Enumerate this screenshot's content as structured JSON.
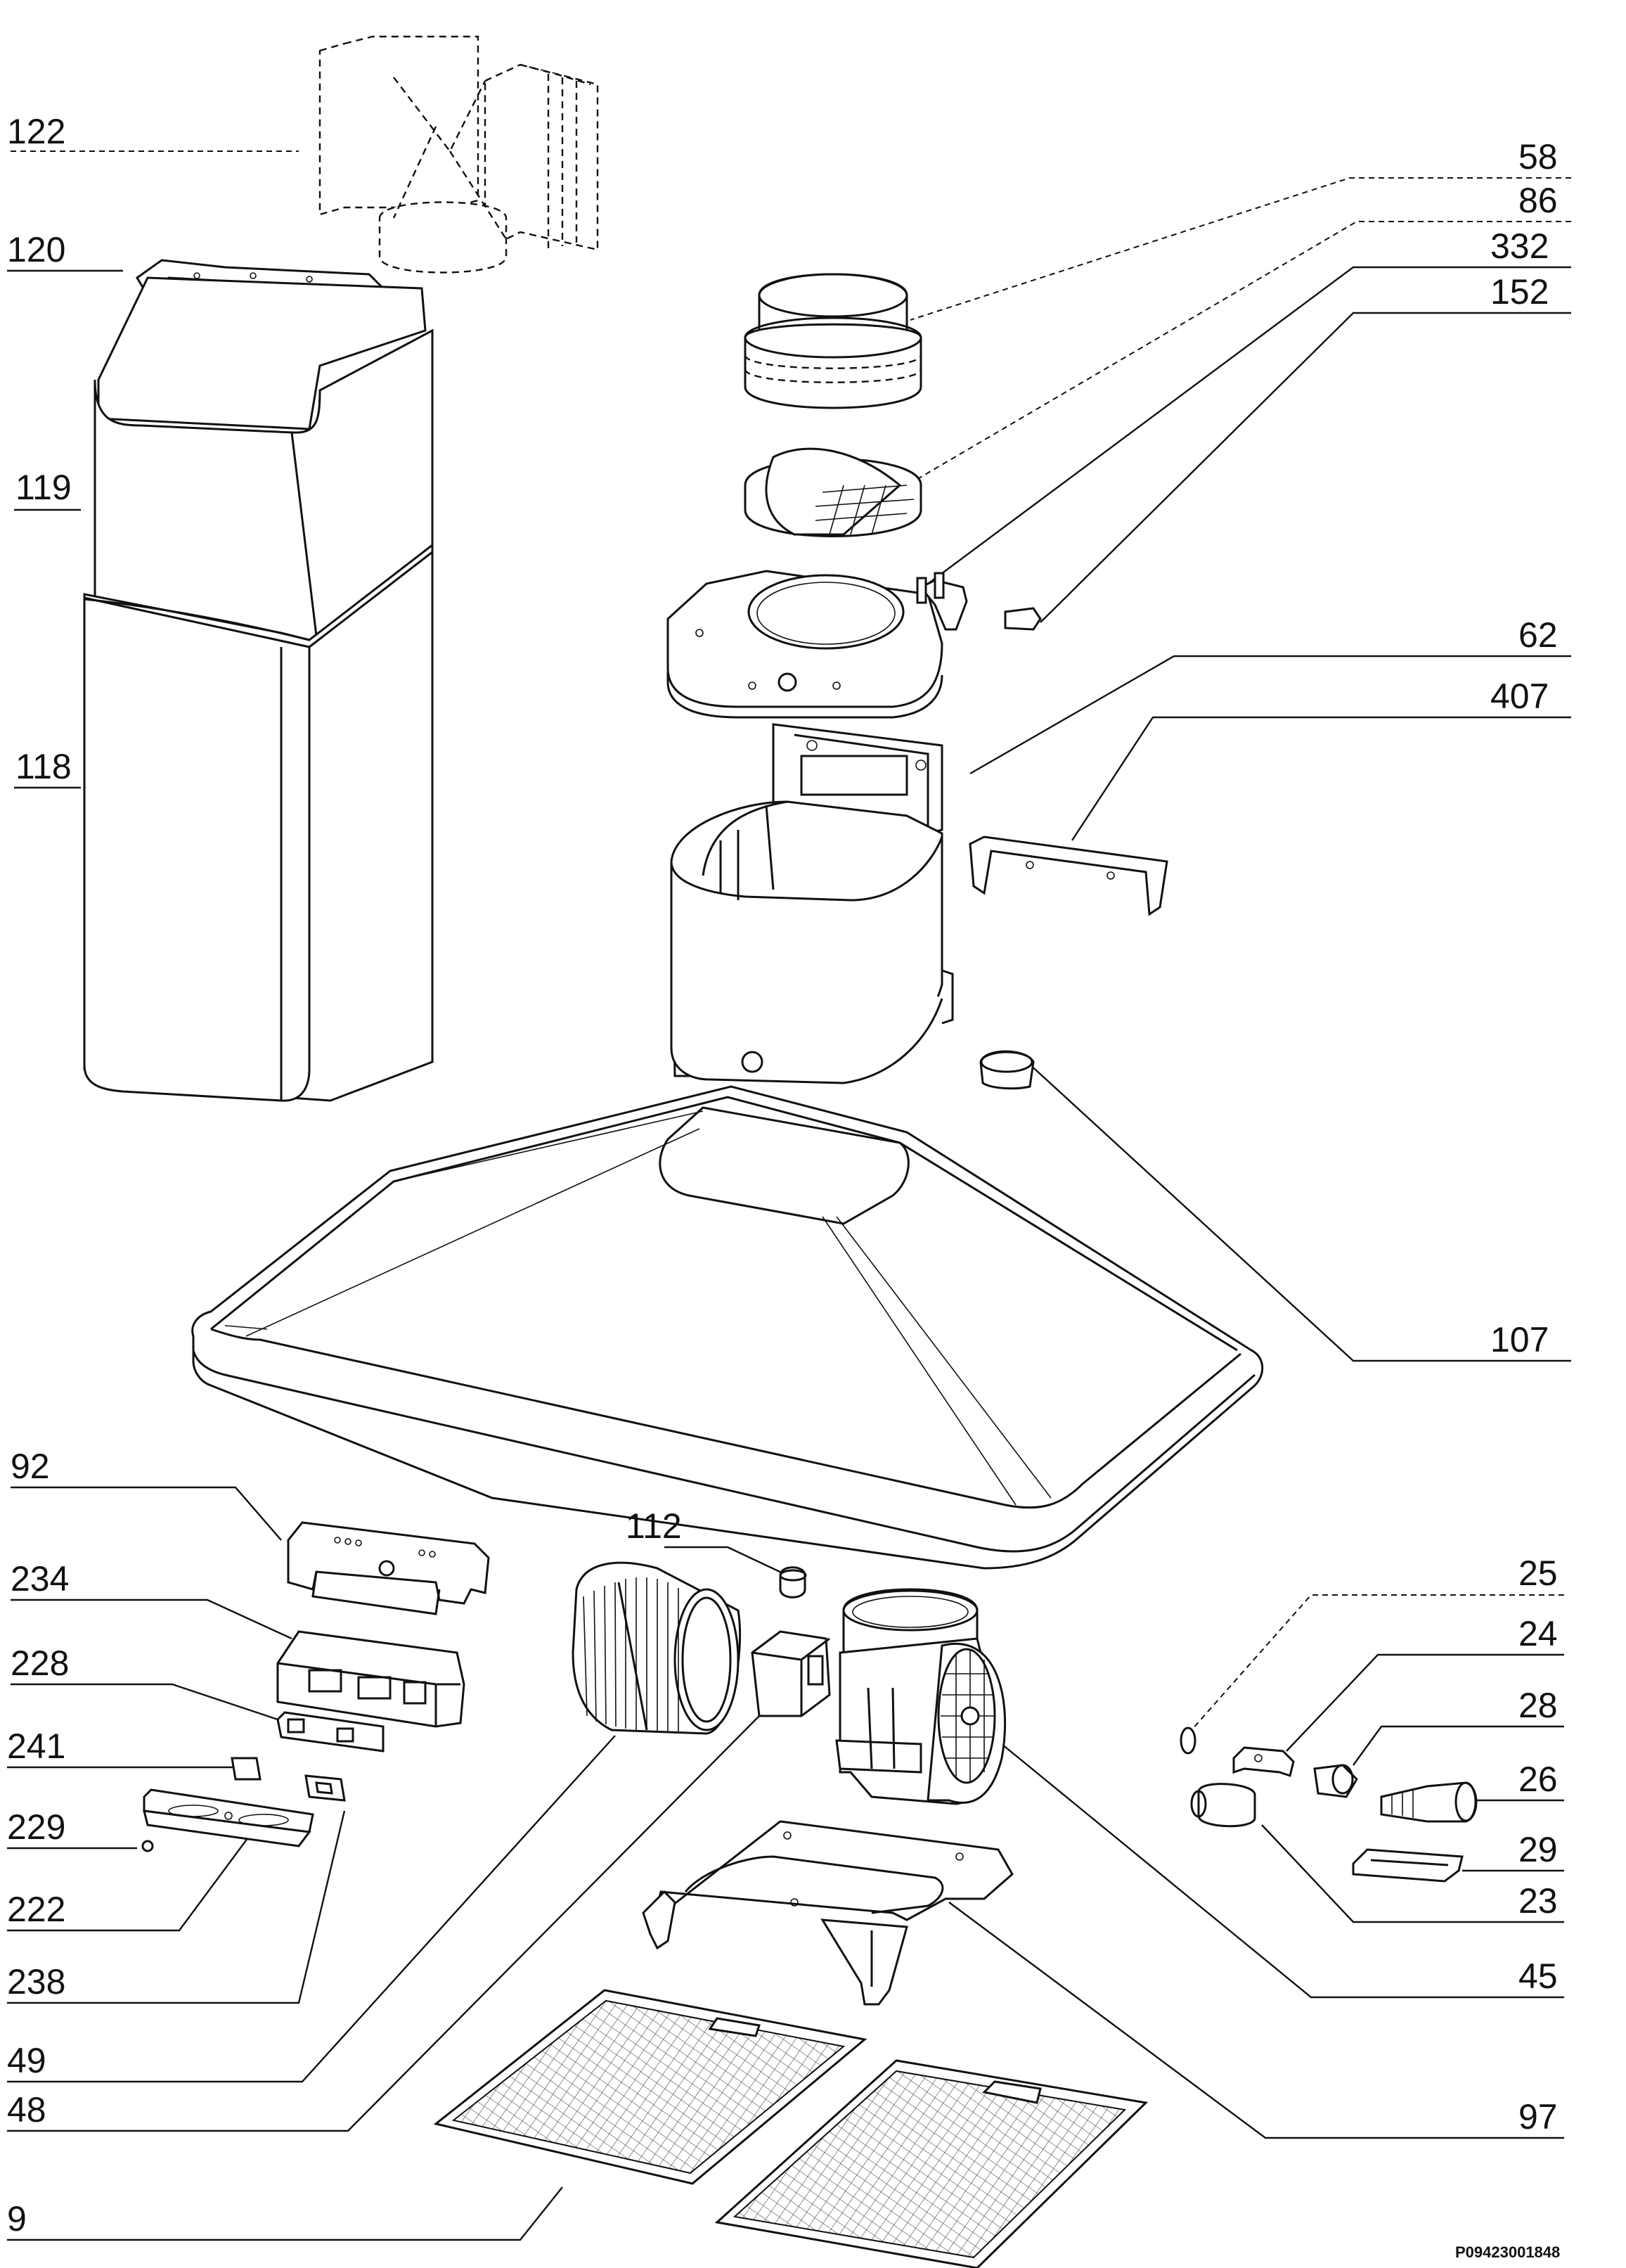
{
  "diagram": {
    "part_labels": [
      "122",
      "120",
      "119",
      "118",
      "58",
      "86",
      "332",
      "152",
      "62",
      "407",
      "107",
      "92",
      "234",
      "228",
      "241",
      "229",
      "222",
      "238",
      "49",
      "48",
      "9",
      "112",
      "25",
      "24",
      "28",
      "26",
      "29",
      "23",
      "45",
      "97"
    ],
    "drawing_code": "P09423001848"
  }
}
